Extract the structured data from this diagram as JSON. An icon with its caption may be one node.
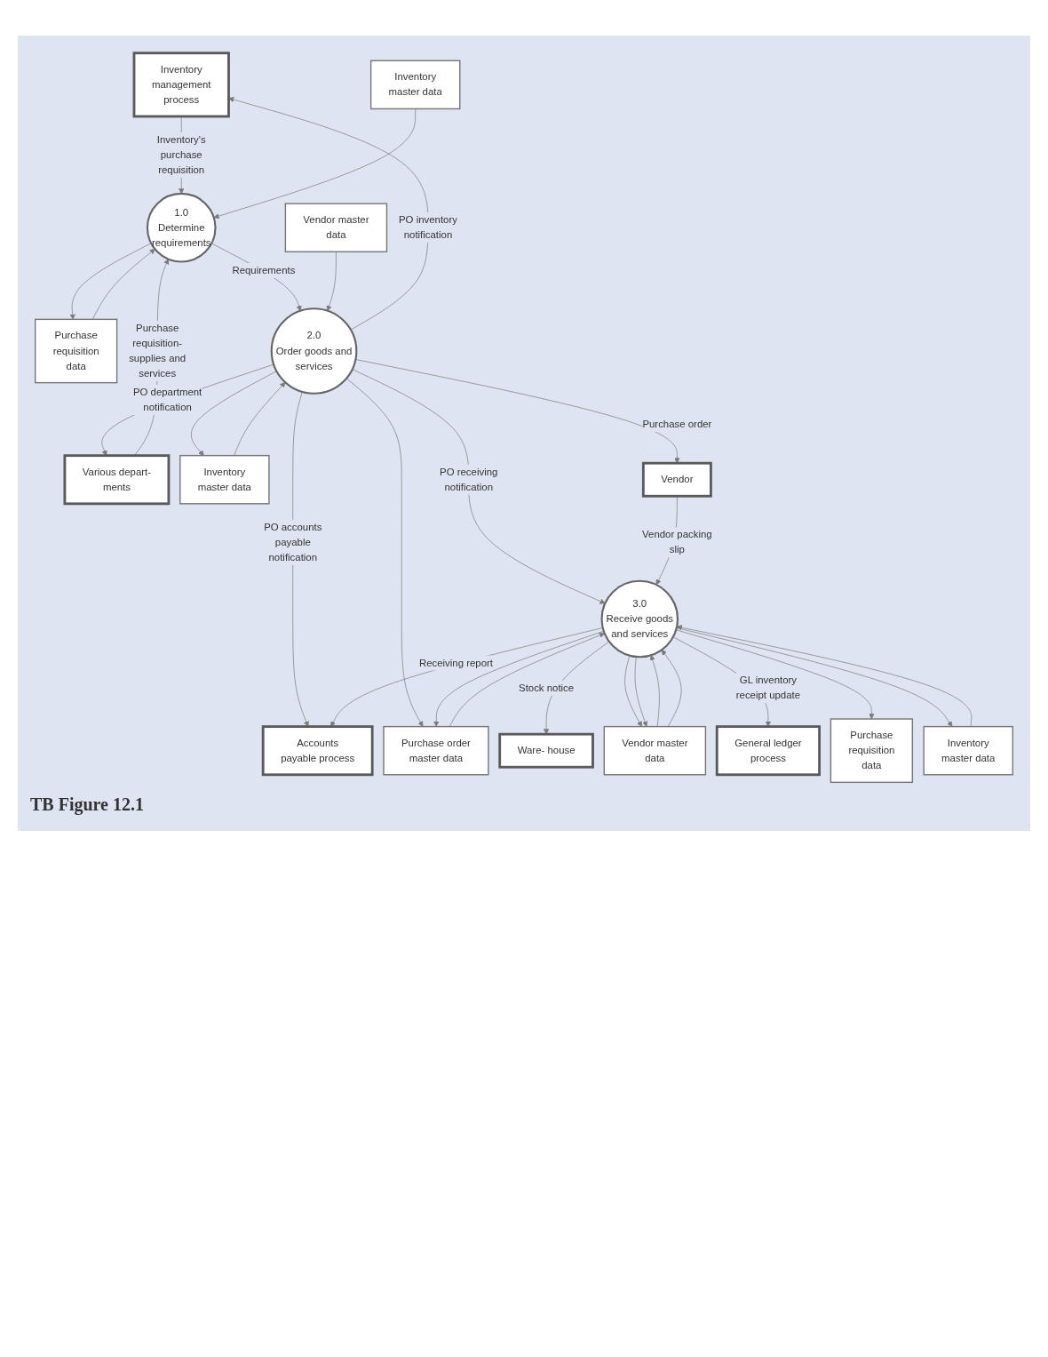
{
  "diagram": {
    "caption": "TB Figure 12.1",
    "nodes": [
      {
        "text": [
          "Inventory management process"
        ]
      },
      {
        "text": [
          "Inventory master data"
        ]
      },
      {
        "text": [
          "1.0",
          "Determine requirements"
        ]
      },
      {
        "text": [
          "Purchase requisition data"
        ]
      },
      {
        "text": [
          "Various depart- ments"
        ]
      },
      {
        "text": [
          "Inventory master data"
        ]
      },
      {
        "text": [
          "2.0",
          "Order goods and services"
        ]
      },
      {
        "text": [
          "Vendor master data"
        ]
      },
      {
        "text": [
          "Vendor"
        ]
      },
      {
        "text": [
          "Accounts payable process"
        ]
      },
      {
        "text": [
          "Purchase order master data"
        ]
      },
      {
        "text": [
          "3.0",
          "Receive goods and services"
        ]
      },
      {
        "text": [
          "Ware- house"
        ]
      },
      {
        "text": [
          "Vendor master data"
        ]
      },
      {
        "text": [
          "General ledger process"
        ]
      },
      {
        "text": [
          "Purchase requisition data"
        ]
      },
      {
        "text": [
          "Inventory master data"
        ]
      }
    ],
    "edges": [
      {
        "from": 0,
        "to": 2,
        "arrow": "to",
        "label": "Inventory's purchase requisition"
      },
      {
        "from": 1,
        "to": 2,
        "arrow": "to"
      },
      {
        "from": 4,
        "to": 2,
        "arrow": "to",
        "label": "Purchase requisition- supplies and services"
      },
      {
        "from": 2,
        "to": 3,
        "arrow": "to"
      },
      {
        "from": 3,
        "to": 2,
        "arrow": "to"
      },
      {
        "from": 2,
        "to": 6,
        "arrow": "to",
        "label": "Requirements"
      },
      {
        "from": 6,
        "to": 0,
        "arrow": "to",
        "label": "PO inventory notification"
      },
      {
        "from": 6,
        "to": 4,
        "arrow": "to",
        "label": "PO department notification"
      },
      {
        "from": 5,
        "to": 6,
        "arrow": "to"
      },
      {
        "from": 6,
        "to": 5,
        "arrow": "to"
      },
      {
        "from": 7,
        "to": 6,
        "arrow": "to"
      },
      {
        "from": 6,
        "to": 8,
        "arrow": "to",
        "label": "Purchase order"
      },
      {
        "from": 6,
        "to": 10,
        "arrow": "to"
      },
      {
        "from": 6,
        "to": 9,
        "arrow": "to",
        "label": "PO accounts payable notification"
      },
      {
        "from": 6,
        "to": 11,
        "arrow": "to",
        "label": "PO receiving notification"
      },
      {
        "from": 11,
        "to": 9,
        "arrow": "to",
        "label": "Receiving report"
      },
      {
        "from": 10,
        "to": 11,
        "arrow": "to"
      },
      {
        "from": 11,
        "to": 10,
        "arrow": "to"
      },
      {
        "from": 8,
        "to": 11,
        "arrow": "to",
        "label": "Vendor packing slip"
      },
      {
        "from": 11,
        "to": 12,
        "arrow": "to",
        "label": "Stock notice"
      },
      {
        "from": 13,
        "to": 11,
        "arrow": "to"
      },
      {
        "from": 11,
        "to": 13,
        "arrow": "to"
      },
      {
        "from": 13,
        "to": 11,
        "arrow": "to"
      },
      {
        "from": 11,
        "to": 13,
        "arrow": "to"
      },
      {
        "from": 11,
        "to": 14,
        "arrow": "to",
        "label": "GL inventory receipt update"
      },
      {
        "from": 11,
        "to": 15,
        "arrow": "to"
      },
      {
        "from": 11,
        "to": 16,
        "arrow": "to"
      },
      {
        "from": 16,
        "to": 11,
        "arrow": "to"
      }
    ]
  }
}
